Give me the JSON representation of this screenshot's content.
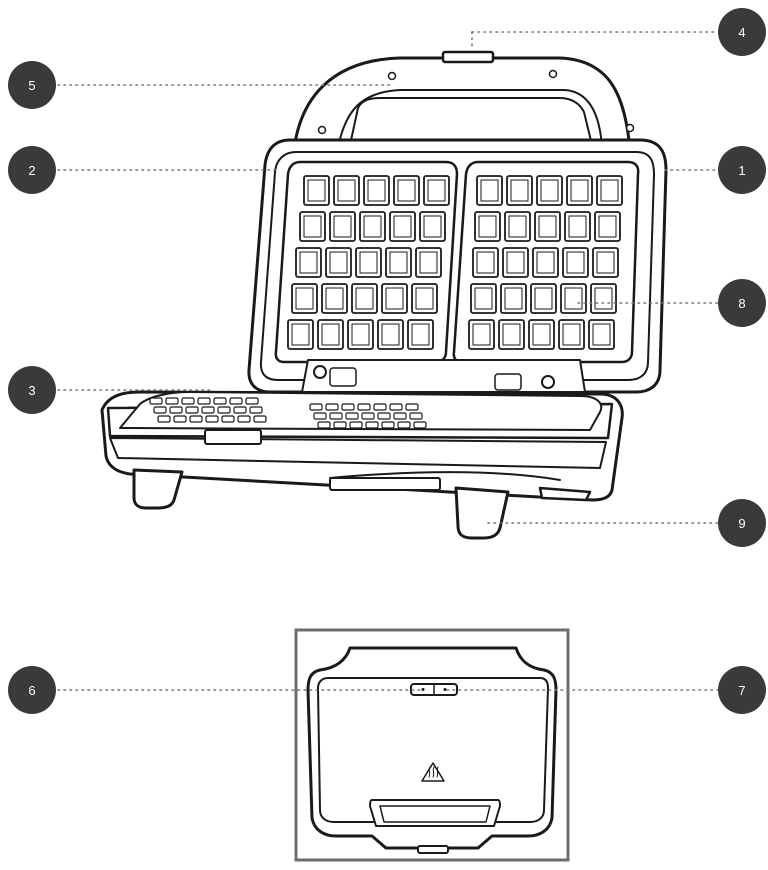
{
  "colors": {
    "callout_fill": "#3a3a3a",
    "callout_text": "#ffffff",
    "leader_line": "#777777",
    "outline": "#1a1a1a",
    "frame": "#6d6d6d",
    "surface": "#ffffff"
  },
  "callouts": [
    {
      "id": "1",
      "label": "1"
    },
    {
      "id": "2",
      "label": "2"
    },
    {
      "id": "3",
      "label": "3"
    },
    {
      "id": "4",
      "label": "4"
    },
    {
      "id": "5",
      "label": "5"
    },
    {
      "id": "6",
      "label": "6"
    },
    {
      "id": "7",
      "label": "7"
    },
    {
      "id": "8",
      "label": "8"
    },
    {
      "id": "9",
      "label": "9"
    }
  ],
  "icons": {
    "hot_surface": "hot-surface-warning-icon"
  }
}
